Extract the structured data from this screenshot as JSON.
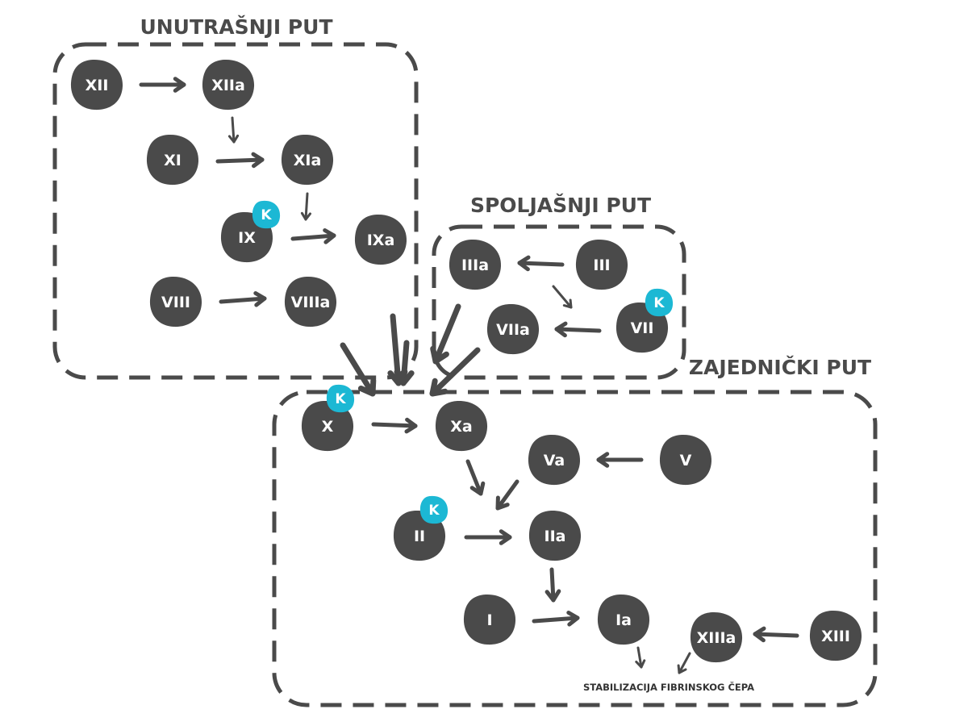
{
  "groups": {
    "intrinsic": {
      "title": "UNUTRAŠNJI PUT"
    },
    "extrinsic": {
      "title": "SPOLJAŠNJI PUT"
    },
    "common": {
      "title": "ZAJEDNIČKI PUT"
    }
  },
  "nodes": {
    "xii": "XII",
    "xiia": "XIIa",
    "xi": "XI",
    "xia": "XIa",
    "ix": "IX",
    "ixa": "IXa",
    "viii": "VIII",
    "viiia": "VIIIa",
    "iiia": "IIIa",
    "iii": "III",
    "viia": "VIIa",
    "vii": "VII",
    "x": "X",
    "xa": "Xa",
    "va": "Va",
    "v": "V",
    "ii": "II",
    "iia": "IIa",
    "i": "I",
    "ia": "Ia",
    "xiiia": "XIIIa",
    "xiii": "XIII"
  },
  "badge_label": "K",
  "end_label": "STABILIZACIJA FIBRINSKOG ČEPA",
  "colors": {
    "node": "#4a4a4a",
    "badge": "#1cb8d4",
    "text": "#ffffff",
    "lines": "#4a4a4a"
  }
}
